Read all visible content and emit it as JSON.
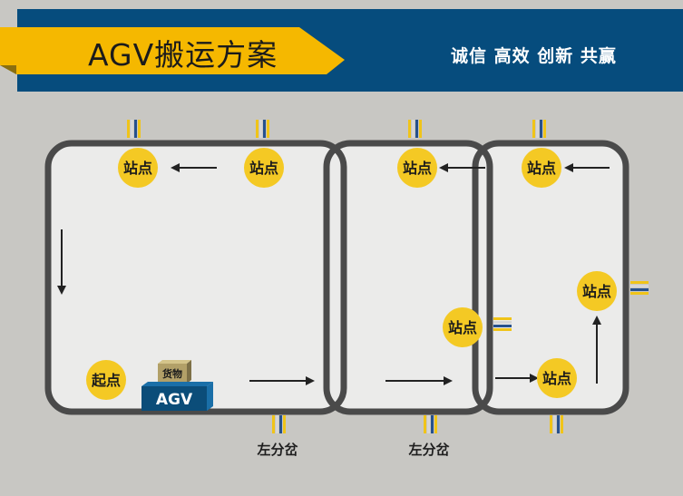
{
  "header": {
    "title": "AGV搬运方案",
    "slogan": "诚信 高效 创新 共赢",
    "colors": {
      "banner": "#064c7d",
      "accent": "#f5b800"
    }
  },
  "diagram": {
    "stations": [
      "站点",
      "站点",
      "站点",
      "站点",
      "站点",
      "站点",
      "站点"
    ],
    "start_label": "起点",
    "cargo_label": "货物",
    "agv_label": "AGV",
    "fork_labels": [
      "左分岔",
      "左分岔"
    ],
    "colors": {
      "station": "#f4c924",
      "track": "#4a4a4a",
      "floor": "#ebebea",
      "agv": "#0b4d79",
      "cargo": "#b2a068",
      "marker_yellow": "#f0c419",
      "marker_blue": "#27518c"
    }
  }
}
